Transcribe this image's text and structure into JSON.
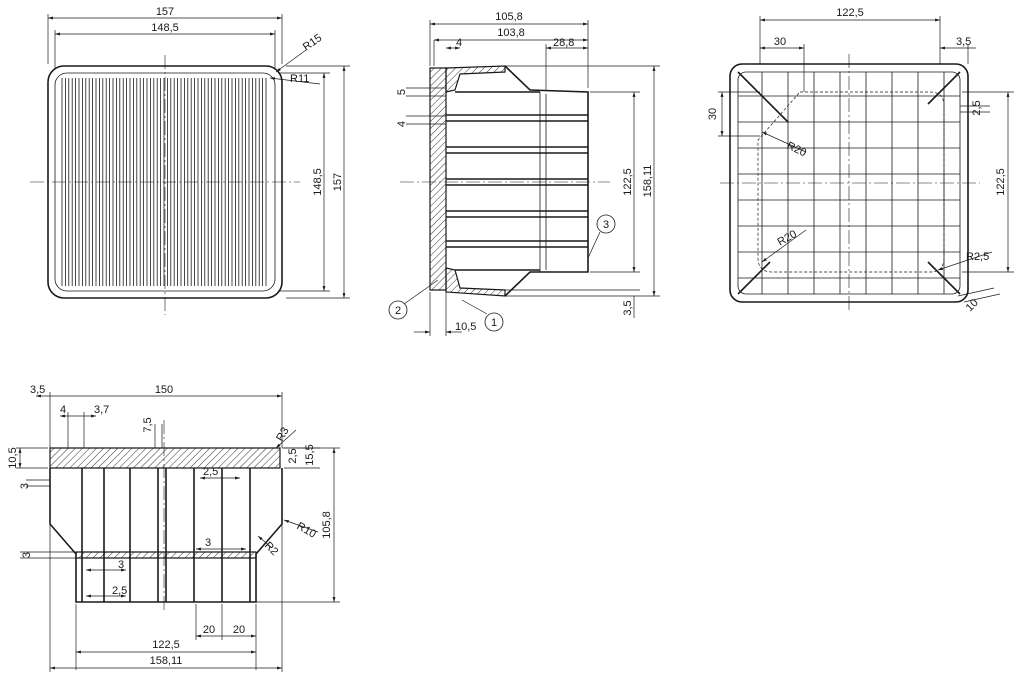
{
  "views": {
    "top": {
      "dims": {
        "outer_w": "157",
        "inner_w": "148,5",
        "outer_h": "157",
        "inner_h": "148,5",
        "r_outer": "R15",
        "r_inner": "R11"
      }
    },
    "section": {
      "dims": {
        "w_total": "105,8",
        "w_inner": "103,8",
        "d_4": "4",
        "d_28_8": "28,8",
        "d_5": "5",
        "d_4b": "4",
        "h_122_5": "122,5",
        "h_158_11": "158,11",
        "d_3_5": "3,5",
        "d_10_5": "10,5"
      },
      "callouts": [
        "1",
        "2",
        "3"
      ]
    },
    "bottom": {
      "dims": {
        "w_122_5": "122,5",
        "d_30_h": "30",
        "d_3_5": "3,5",
        "d_30_v": "30",
        "d_2_5": "2,5",
        "h_122_5": "122,5",
        "r20_top": "R20",
        "r20_bot": "R20",
        "r2_5": "R2,5",
        "d_10": "10"
      }
    },
    "side": {
      "dims": {
        "d_3_5": "3,5",
        "w_150": "150",
        "d_4": "4",
        "d_3_7": "3,7",
        "d_7_5": "7,5",
        "r3": "R3",
        "d_2_5a": "2,5",
        "d_15_5": "15,5",
        "d_10_5": "10,5",
        "d_3a": "3",
        "d_2_5b": "2,5",
        "h_105_8": "105,8",
        "r10": "R10",
        "r2": "R2",
        "d_3b": "3",
        "d_3c": "3",
        "d_3d": "3",
        "d_2_5c": "2,5",
        "w_122_5": "122,5",
        "d_20a": "20",
        "d_20b": "20",
        "w_158_11": "158,11"
      }
    }
  }
}
